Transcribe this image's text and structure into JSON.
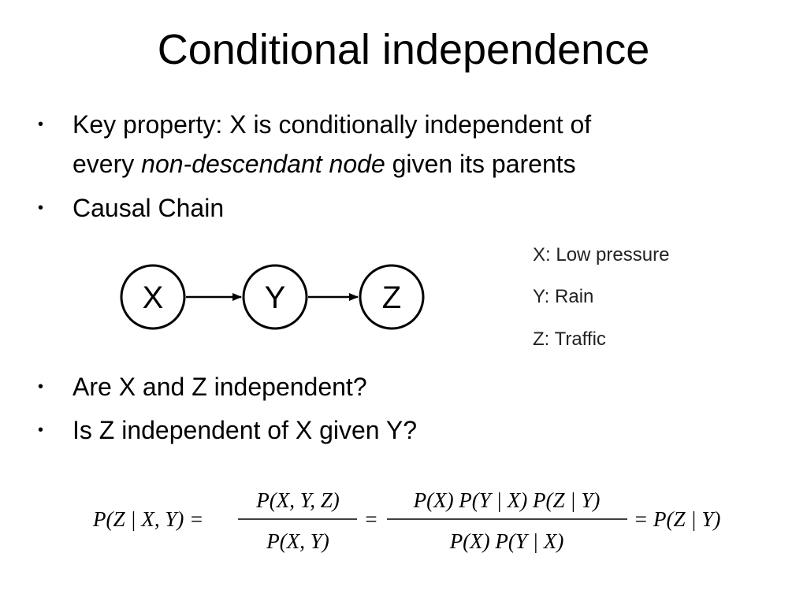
{
  "title": "Conditional independence",
  "bullets": [
    {
      "line1": "Key property: X is conditionally independent of",
      "line2_prefix": "every ",
      "line2_italic": "non-descendant node",
      "line2_suffix": " given its parents"
    },
    {
      "text": "Causal Chain"
    },
    {
      "text": "Are X and Z independent?"
    },
    {
      "text": "Is Z independent of X given Y?"
    }
  ],
  "diagram": {
    "nodes": [
      "X",
      "Y",
      "Z"
    ]
  },
  "legend": {
    "x": "X: Low pressure",
    "y": "Y: Rain",
    "z": "Z: Traffic"
  },
  "equation": {
    "lhs": "P(Z | X, Y) =",
    "frac1_num": "P(X, Y, Z)",
    "frac1_den": "P(X, Y)",
    "frac2_num": "P(X) P(Y | X) P(Z | Y)",
    "frac2_den": "P(X) P(Y | X)",
    "rhs": "= P(Z | Y)"
  }
}
